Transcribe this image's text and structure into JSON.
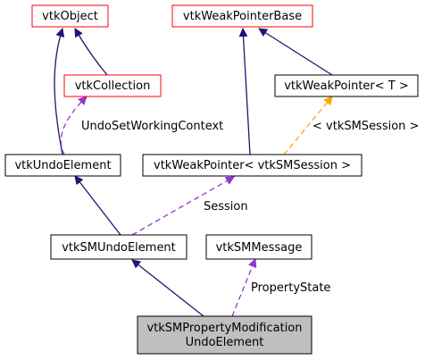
{
  "nodes": {
    "vtkObject": {
      "label": "vtkObject",
      "border": "#ff0000",
      "fill": "#ffffff"
    },
    "vtkWeakPointerBase": {
      "label": "vtkWeakPointerBase",
      "border": "#ff0000",
      "fill": "#ffffff"
    },
    "vtkCollection": {
      "label": "vtkCollection",
      "border": "#ff0000",
      "fill": "#ffffff"
    },
    "vtkWeakPointerT": {
      "label": "vtkWeakPointer< T >",
      "border": "#000000",
      "fill": "#ffffff"
    },
    "vtkUndoElement": {
      "label": "vtkUndoElement",
      "border": "#000000",
      "fill": "#ffffff"
    },
    "vtkWeakPointerSession": {
      "label": "vtkWeakPointer< vtkSMSession >",
      "border": "#000000",
      "fill": "#ffffff"
    },
    "vtkSMUndoElement": {
      "label": "vtkSMUndoElement",
      "border": "#000000",
      "fill": "#ffffff"
    },
    "vtkSMMessage": {
      "label": "vtkSMMessage",
      "border": "#000000",
      "fill": "#ffffff"
    },
    "target": {
      "line1": "vtkSMPropertyModification",
      "line2": "UndoElement",
      "border": "#000000",
      "fill": "#bfbfbf"
    }
  },
  "edge_labels": {
    "undo_set_working_context": "UndoSetWorkingContext",
    "template_arg": "< vtkSMSession >",
    "session": "Session",
    "property_state": "PropertyState"
  },
  "colors": {
    "inheritance": "#191970",
    "usage": "#9a32cd",
    "template": "#ffa500"
  }
}
